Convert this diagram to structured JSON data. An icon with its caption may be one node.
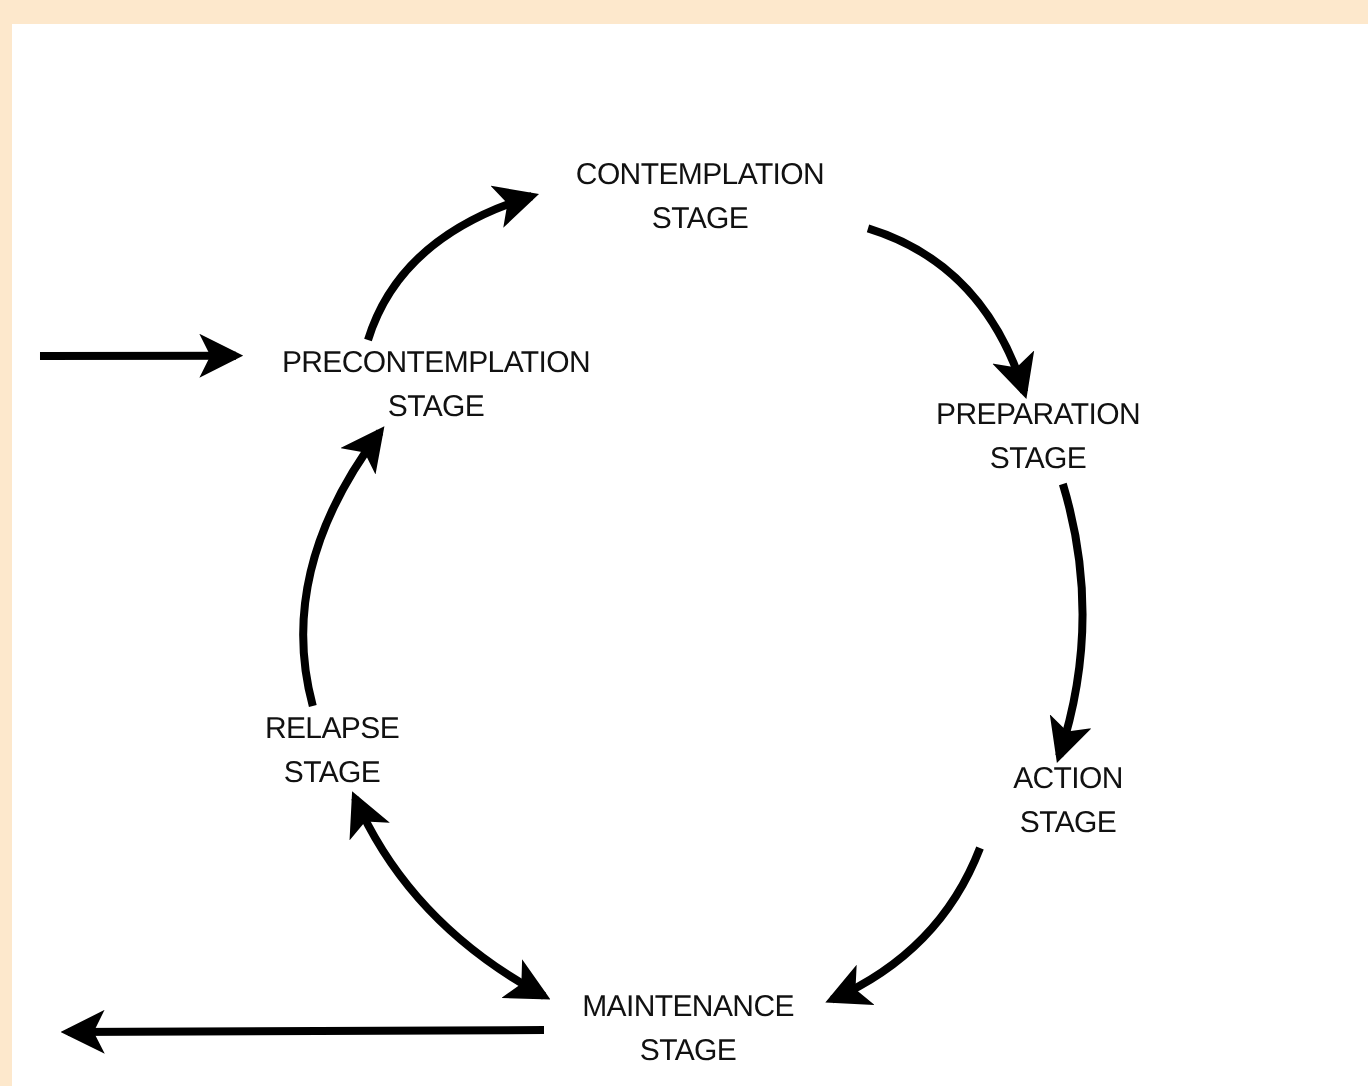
{
  "diagram": {
    "nodes": [
      {
        "text": [
          "CONTEMPLATION STAGE"
        ]
      },
      {
        "text": [
          "PRECONTEMPLATION STAGE"
        ]
      },
      {
        "text": [
          "PREPARATION STAGE"
        ]
      },
      {
        "text": [
          "RELAPSE STAGE"
        ]
      },
      {
        "text": [
          "ACTION STAGE"
        ]
      },
      {
        "text": [
          "MAINTENANCE STAGE"
        ]
      }
    ],
    "edges": [
      {
        "from": null,
        "to": 1,
        "arrow": "to"
      },
      {
        "from": 1,
        "to": 0,
        "arrow": "to"
      },
      {
        "from": 0,
        "to": 2,
        "arrow": "to"
      },
      {
        "from": 2,
        "to": 4,
        "arrow": "to"
      },
      {
        "from": 4,
        "to": 5,
        "arrow": "to"
      },
      {
        "from": 5,
        "to": 3,
        "arrow": "both"
      },
      {
        "from": 3,
        "to": 1,
        "arrow": "to"
      },
      {
        "from": 5,
        "to": null,
        "arrow": "to"
      }
    ]
  }
}
